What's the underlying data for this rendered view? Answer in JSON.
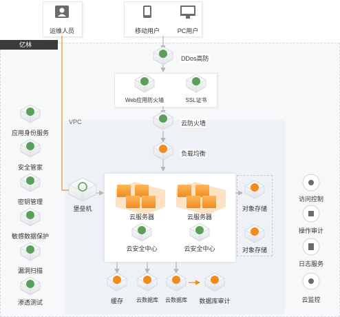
{
  "region": {
    "name": "亿林"
  },
  "vpc": {
    "name": "VPC"
  },
  "users": {
    "ops": "运维人员",
    "mobile": "移动用户",
    "pc": "PC用户"
  },
  "gateway": {
    "ddos": "DDos高防",
    "waf": "Web应用防火墙",
    "ssl": "SSL证书",
    "firewall": "云防火墙",
    "lb": "负载均衡"
  },
  "compute": {
    "bastion": "堡垒机",
    "server_a": "云服务器",
    "server_b": "云服务器",
    "sec_a": "云安全中心",
    "sec_b": "云安全中心"
  },
  "storage": {
    "oss_a": "对象存储",
    "oss_b": "对象存储",
    "cache": "缓存",
    "db_a": "云数据库",
    "db_b": "云数据库",
    "db_audit": "数据库审计"
  },
  "left_services": [
    "应用身份服务",
    "安全管家",
    "密钥管理",
    "敏感数据保护",
    "漏洞扫描",
    "渗透测试"
  ],
  "right_services": [
    "访问控制",
    "操作审计",
    "日志服务",
    "云监控"
  ],
  "colors": {
    "accent": "#f08c1e",
    "green": "#5aa05a",
    "header": "#3b3b3b",
    "line": "#bbbbbb"
  }
}
